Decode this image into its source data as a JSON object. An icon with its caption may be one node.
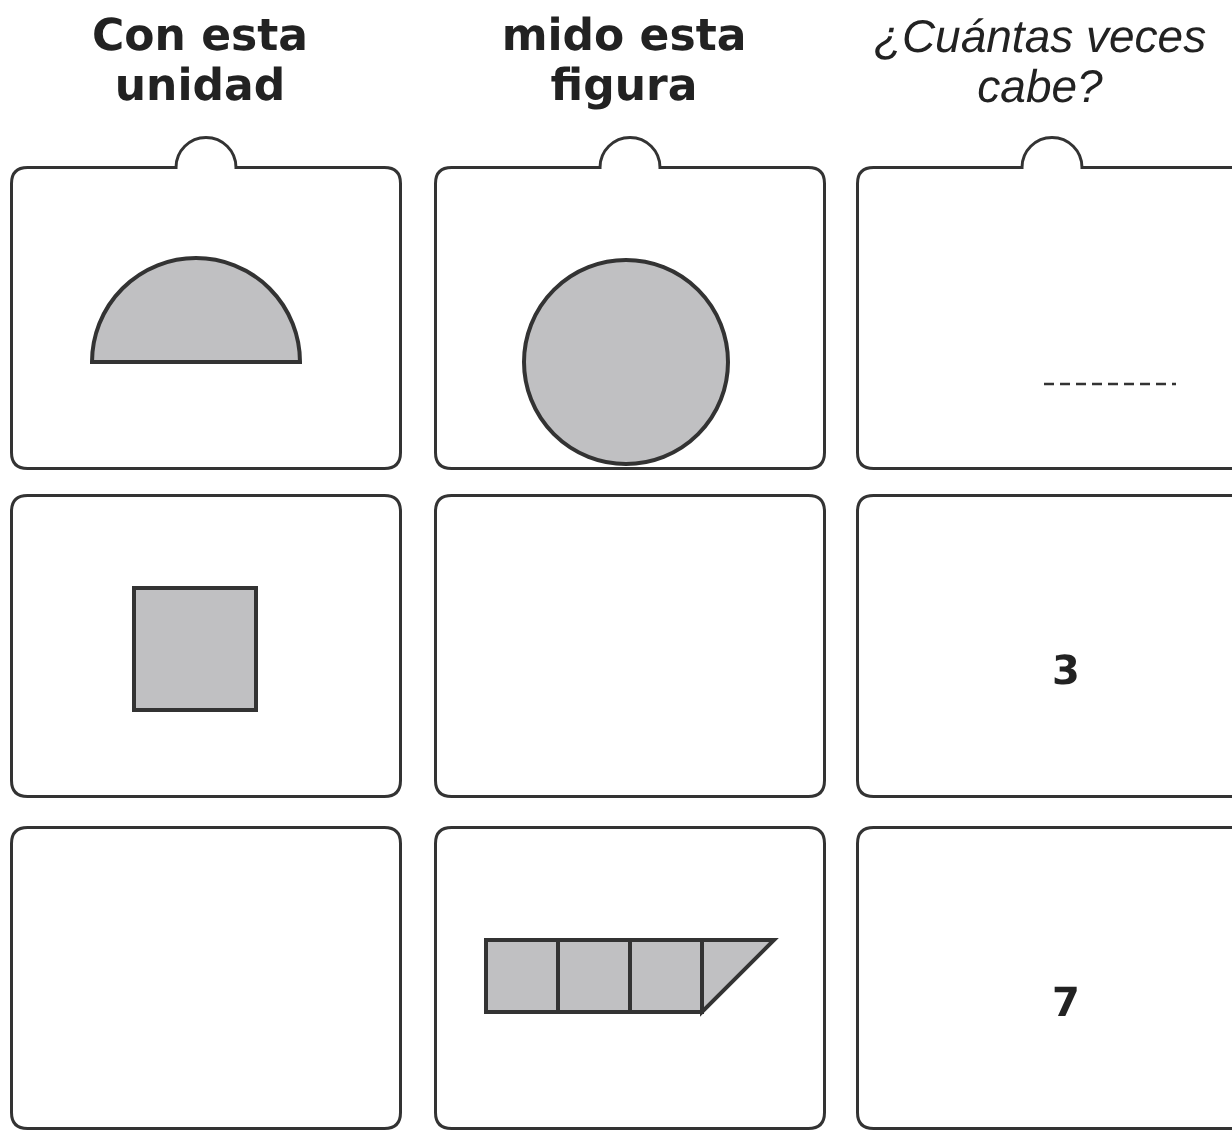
{
  "diagram": {
    "nodes": [
      {
        "text": [],
        "shape": "picture"
      },
      {
        "text": [],
        "shape": "picture"
      },
      {
        "text": [],
        "shape": "box"
      },
      {
        "text": [],
        "shape": "picture"
      },
      {
        "text": [],
        "shape": "box"
      },
      {
        "text": [
          "3"
        ]
      },
      {
        "text": [],
        "shape": "box"
      },
      {
        "text": [],
        "shape": "picture"
      },
      {
        "text": [
          "7"
        ]
      }
    ],
    "edges": [],
    "labels": [
      "Con esta unidad",
      "mido esta figura",
      "¿Cuántas veces cabe?"
    ]
  }
}
